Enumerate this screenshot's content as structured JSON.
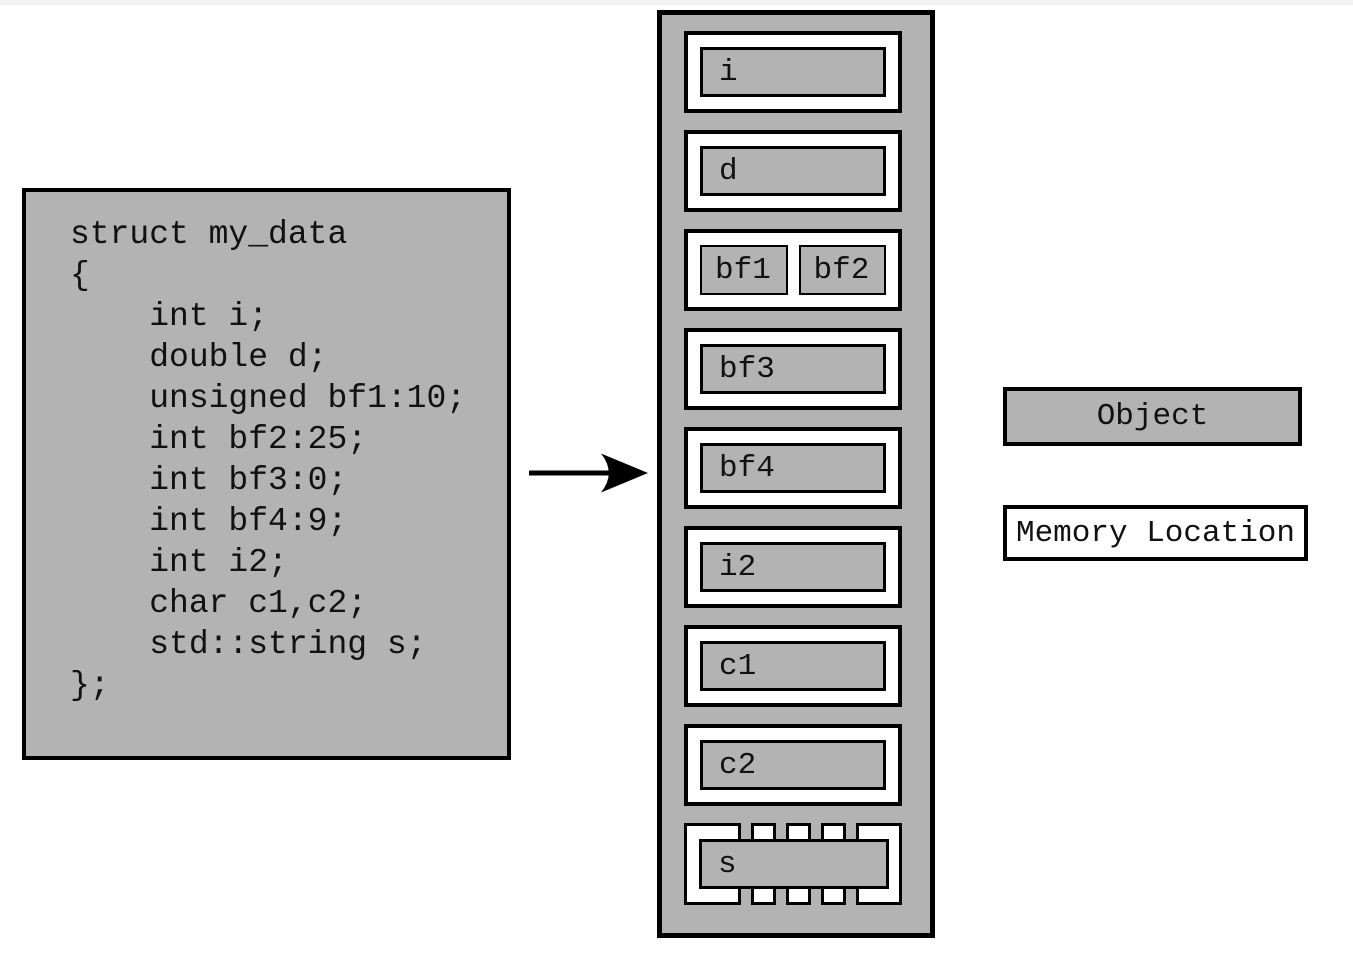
{
  "code": {
    "lines": [
      "struct my_data",
      "{",
      "    int i;",
      "    double d;",
      "    unsigned bf1:10;",
      "    int bf2:25;",
      "    int bf3:0;",
      "    int bf4:9;",
      "    int i2;",
      "    char c1,c2;",
      "    std::string s;",
      "};"
    ]
  },
  "memory": {
    "cells": [
      {
        "label": "i",
        "style": "single"
      },
      {
        "label": "d",
        "style": "single"
      },
      {
        "labels": [
          "bf1",
          "bf2"
        ],
        "style": "pair"
      },
      {
        "label": "bf3",
        "style": "single"
      },
      {
        "label": "bf4",
        "style": "single"
      },
      {
        "label": "i2",
        "style": "single"
      },
      {
        "label": "c1",
        "style": "single"
      },
      {
        "label": "c2",
        "style": "single"
      },
      {
        "label": "s",
        "style": "dashed"
      }
    ]
  },
  "legend": {
    "object": "Object",
    "memory_location": "Memory Location"
  },
  "colors": {
    "object_fill": "#b3b3b3",
    "memory_location_fill": "#ffffff",
    "border": "#000000",
    "top_strip": "#f1f1f4"
  }
}
